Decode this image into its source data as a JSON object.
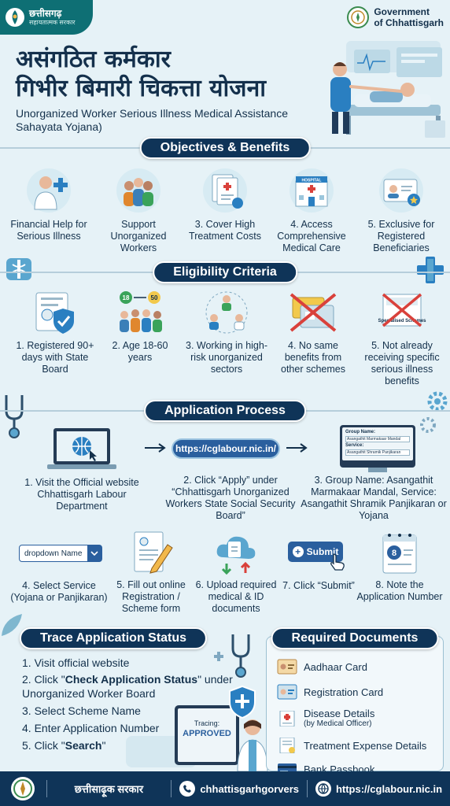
{
  "header": {
    "badge_line1": "छत्तीसगढ़",
    "badge_line2": "सहायतात्मक सरकार",
    "gov_line1": "Government",
    "gov_line2": "of Chhattisgarh",
    "title_hindi_line1": "असंगठित कर्मकार",
    "title_hindi_line2": "गिभीर बिमारी चिकत्ता योजना",
    "title_english": "Unorganized Worker Serious Illness Medical Assistance Sahayata Yojana)"
  },
  "objectives": {
    "banner": "Objectives & Benefits",
    "items": [
      {
        "label": "Financial Help for Serious Illness",
        "icon": "doctor-icon"
      },
      {
        "label": "Support Unorganized Workers",
        "icon": "workers-group-icon"
      },
      {
        "label": "3. Cover High Treatment Costs",
        "icon": "bills-icon"
      },
      {
        "label": "4. Access Comprehensive Medical Care",
        "icon": "hospital-icon"
      },
      {
        "label": "5. Exclusive for Registered Beneficiaries",
        "icon": "id-card-icon"
      }
    ],
    "hospital_sign": "HOSPITAL"
  },
  "eligibility": {
    "banner": "Eligibility Criteria",
    "items": [
      {
        "label": "1. Registered 90+ days with State Board",
        "icon": "certificate-icon"
      },
      {
        "label": "2. Age 18-60 years",
        "icon": "age-group-icon"
      },
      {
        "label": "3. Working in high-risk unorganized sectors",
        "icon": "workers-icon"
      },
      {
        "label": "4. No same benefits from other schemes",
        "icon": "crossed-cards-icon"
      },
      {
        "label": "5. Not already receiving specific serious illness benefits",
        "icon": "crossed-schemes-icon"
      }
    ],
    "age_low": "18",
    "age_high": "50",
    "schemes_tag": "Specialised Schemes"
  },
  "process": {
    "banner": "Application Process",
    "url_pill": "https://cglabour.nic.in/",
    "form_group_label": "Group Name:",
    "form_group_value": "Asangathit Marmakaar Mandal",
    "form_service_label": "Service:",
    "form_service_value": "Asangathit Shramik Panjikaran",
    "dropdown_label": "dropdown Name",
    "submit_label": "Submit",
    "number_badge": "8",
    "steps": [
      "1. Visit the Official website Chhattisgarh Labour Department",
      "2. Click “Apply” under “Chhattisgarh Unorganized Workers State Social Security Board”",
      "3. Group Name: Asangathit Marmakaar Mandal, Service: Asangathit Shramik Panjikaran or Yojana",
      "4. Select Service (Yojana or Panjikaran)",
      "5. Fill out online Registration / Scheme form",
      "6. Upload required medical & ID documents",
      "7. Click “Submit”",
      "8. Note the Application Number"
    ]
  },
  "trace": {
    "banner": "Trace Application Status",
    "steps": [
      {
        "pre": "1. Visit official website",
        "bold": "",
        "post": ""
      },
      {
        "pre": "2. Click \"",
        "bold": "Check Application Status",
        "post": "\" under Unorganized Worker Board"
      },
      {
        "pre": "3. Select Scheme Name",
        "bold": "",
        "post": ""
      },
      {
        "pre": "4. Enter Application Number",
        "bold": "",
        "post": ""
      },
      {
        "pre": "5. Click \"",
        "bold": "Search",
        "post": "\""
      }
    ],
    "tracing_label": "Tracing:",
    "approved_label": "APPROVED"
  },
  "documents": {
    "banner": "Required Documents",
    "items": [
      {
        "label": "Aadhaar Card",
        "sub": ""
      },
      {
        "label": "Registration Card",
        "sub": ""
      },
      {
        "label": "Disease Details",
        "sub": "(by Medical Officer)"
      },
      {
        "label": "Treatment Expense Details",
        "sub": ""
      },
      {
        "label": "Bank Passbook",
        "sub": ""
      }
    ]
  },
  "footer": {
    "gov_name": "छत्तीसाढ़ूक सरकार",
    "social": "chhattisgarhgorvers",
    "website": "https://cglabour.nic.in"
  },
  "colors": {
    "navy": "#0f3458",
    "teal": "#0e6f74",
    "accent_blue": "#2a7fc1",
    "green": "#3aa35a",
    "red": "#d9413b"
  }
}
